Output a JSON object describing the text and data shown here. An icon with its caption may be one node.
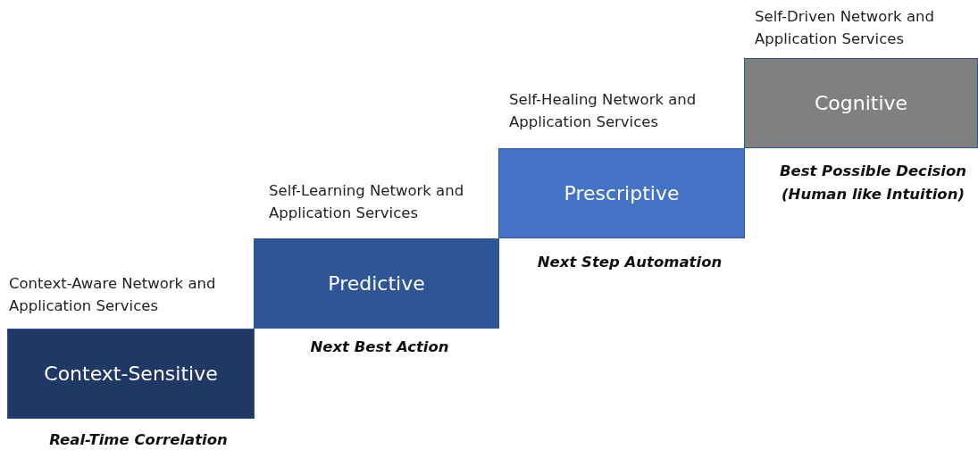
{
  "diagram": {
    "nodes": [
      {
        "text": [
          "Context-Aware Network and Application Services",
          "Context-Sensitive"
        ],
        "beside": [
          "Real-Time Correlation"
        ]
      },
      {
        "text": [
          "Self-Learning Network and Application Services",
          "Predictive"
        ],
        "beside": [
          "Next Best Action"
        ]
      },
      {
        "text": [
          "Self-Healing Network and Application Services",
          "Prescriptive"
        ],
        "beside": [
          "Next Step Automation"
        ]
      },
      {
        "text": [
          "Self-Driven Network and Application Services",
          "Cognitive"
        ],
        "beside": [
          "Best Possible Decision (Human like Intuition)"
        ]
      }
    ],
    "edges": []
  }
}
